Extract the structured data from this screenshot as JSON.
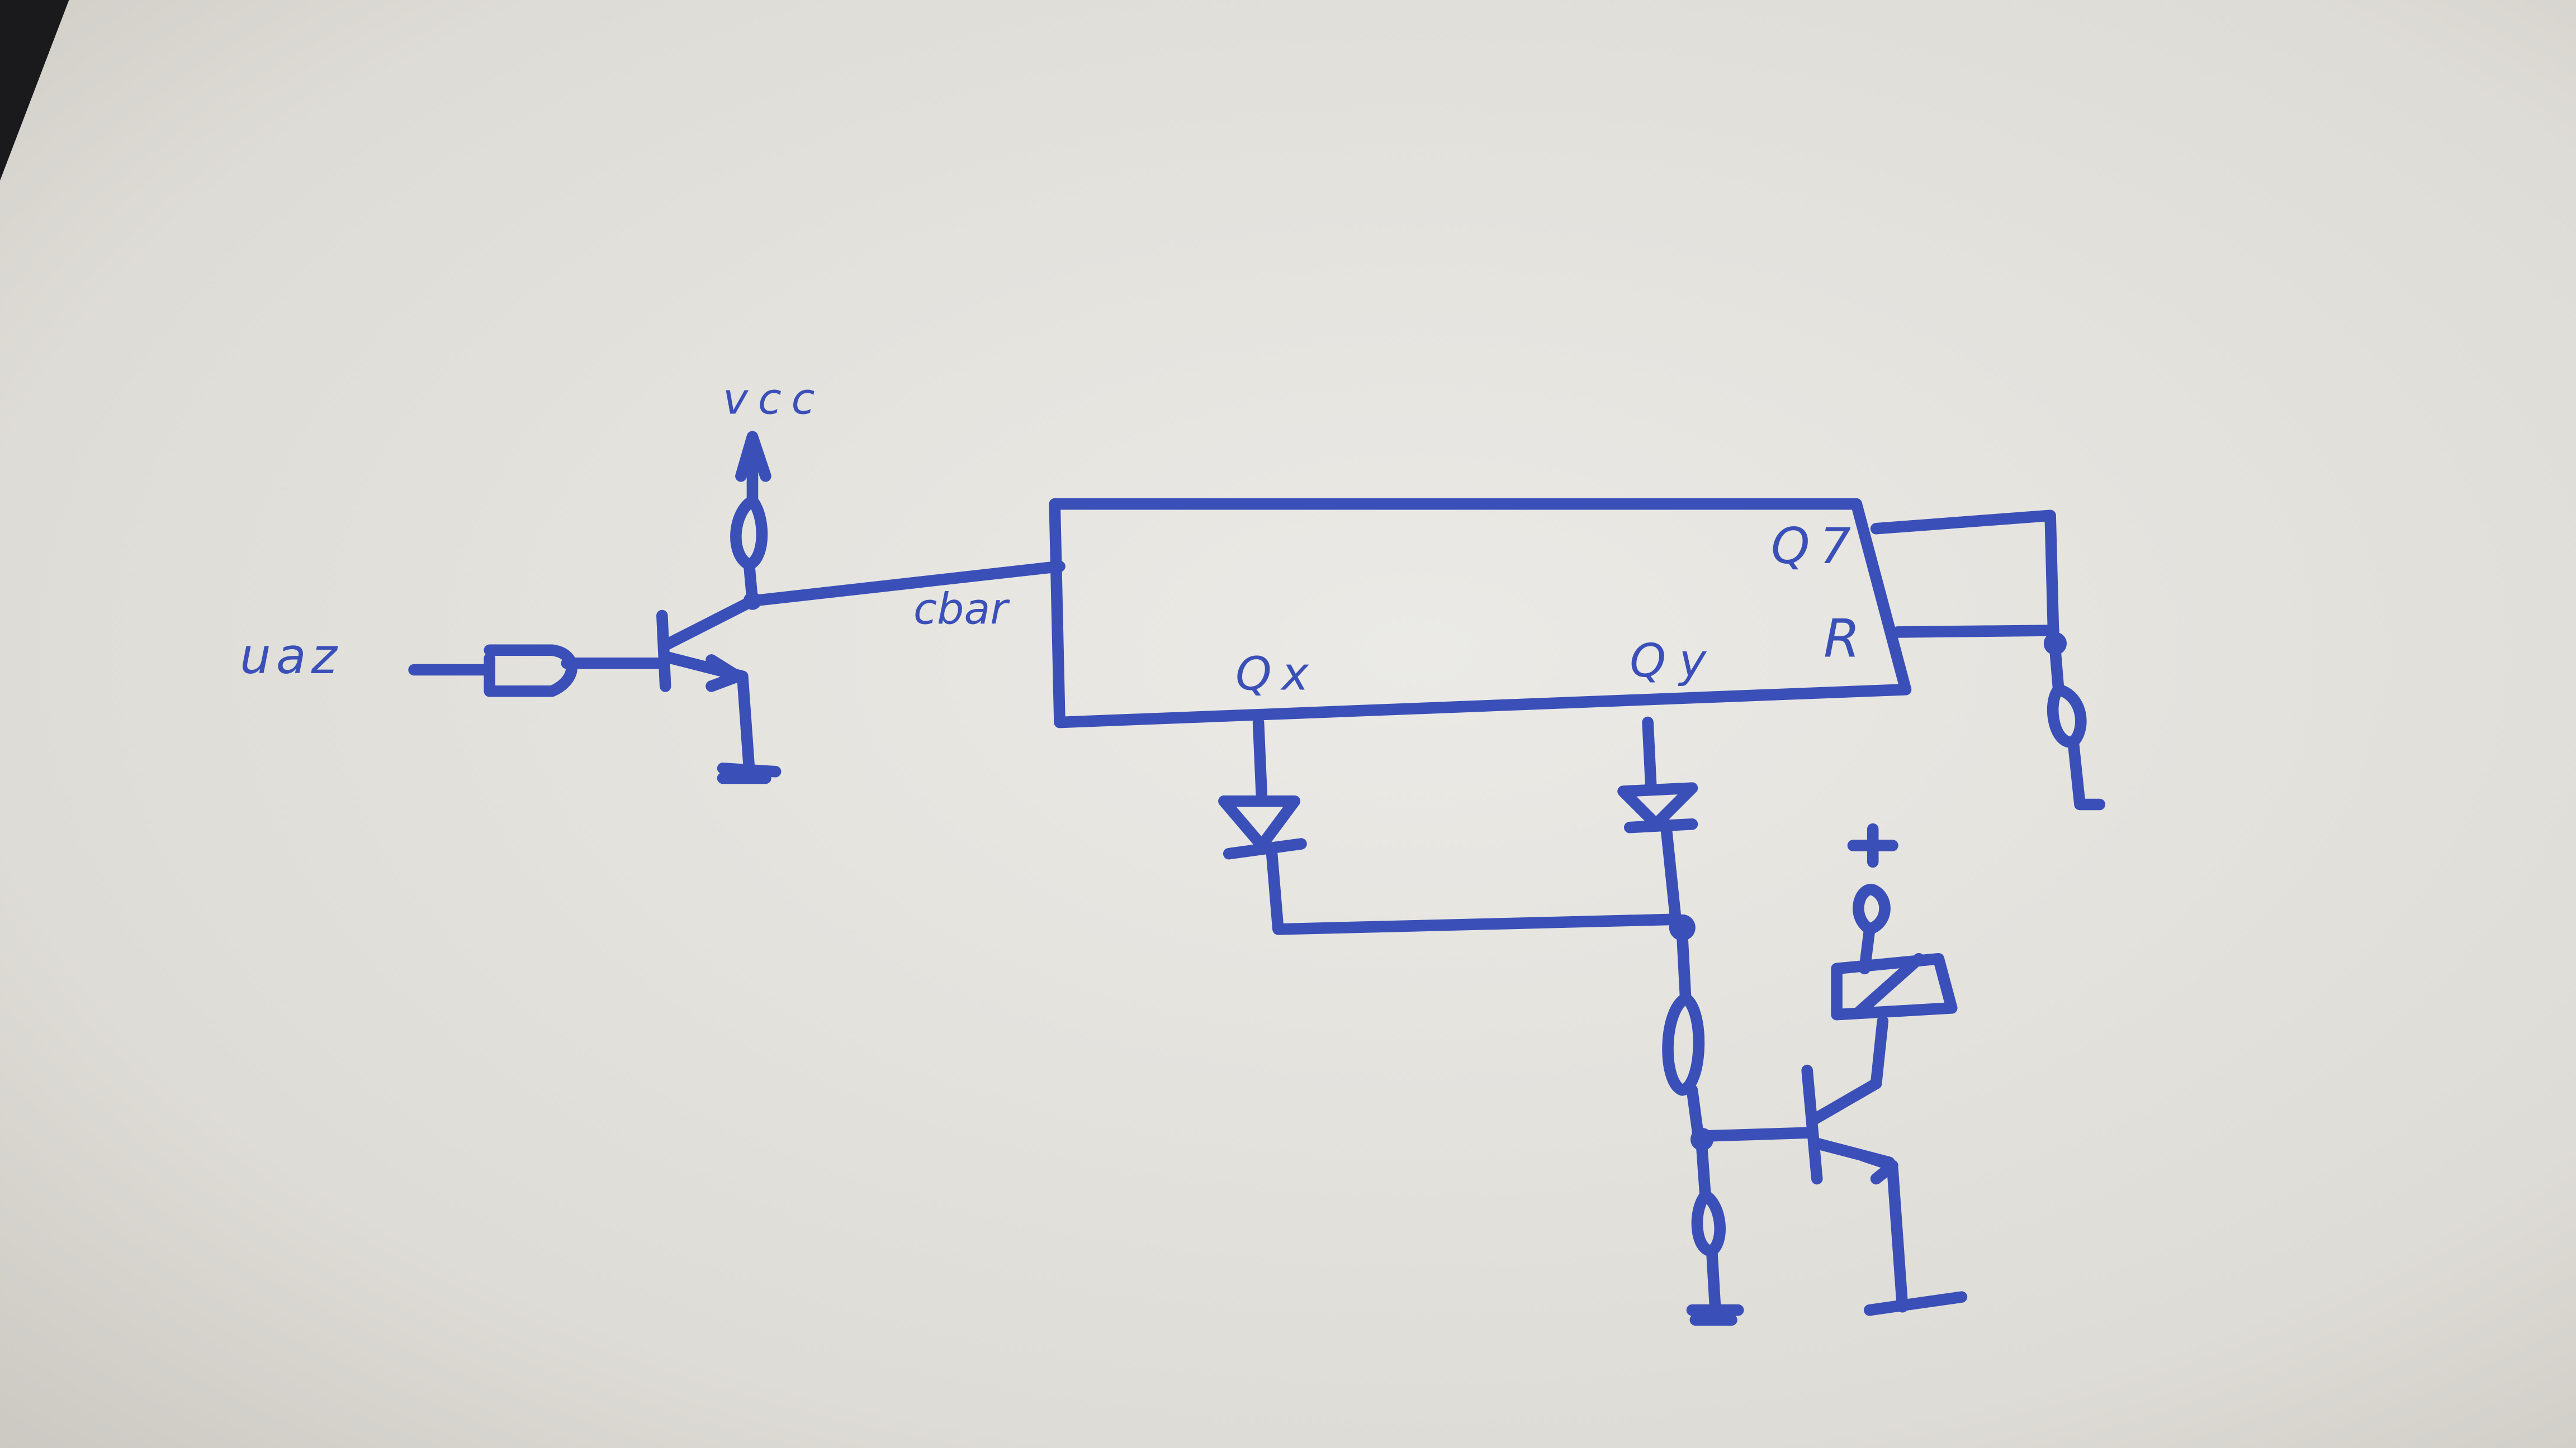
{
  "labels": {
    "vcc": "vcc",
    "input": "uaz",
    "clock": "cbar",
    "q7": "Q7",
    "reset": "R",
    "qx": "Qx",
    "qy": "Qy",
    "plus": "+"
  },
  "colors": {
    "ink": "#3a4fb8",
    "paper": "#e6e5e1"
  }
}
